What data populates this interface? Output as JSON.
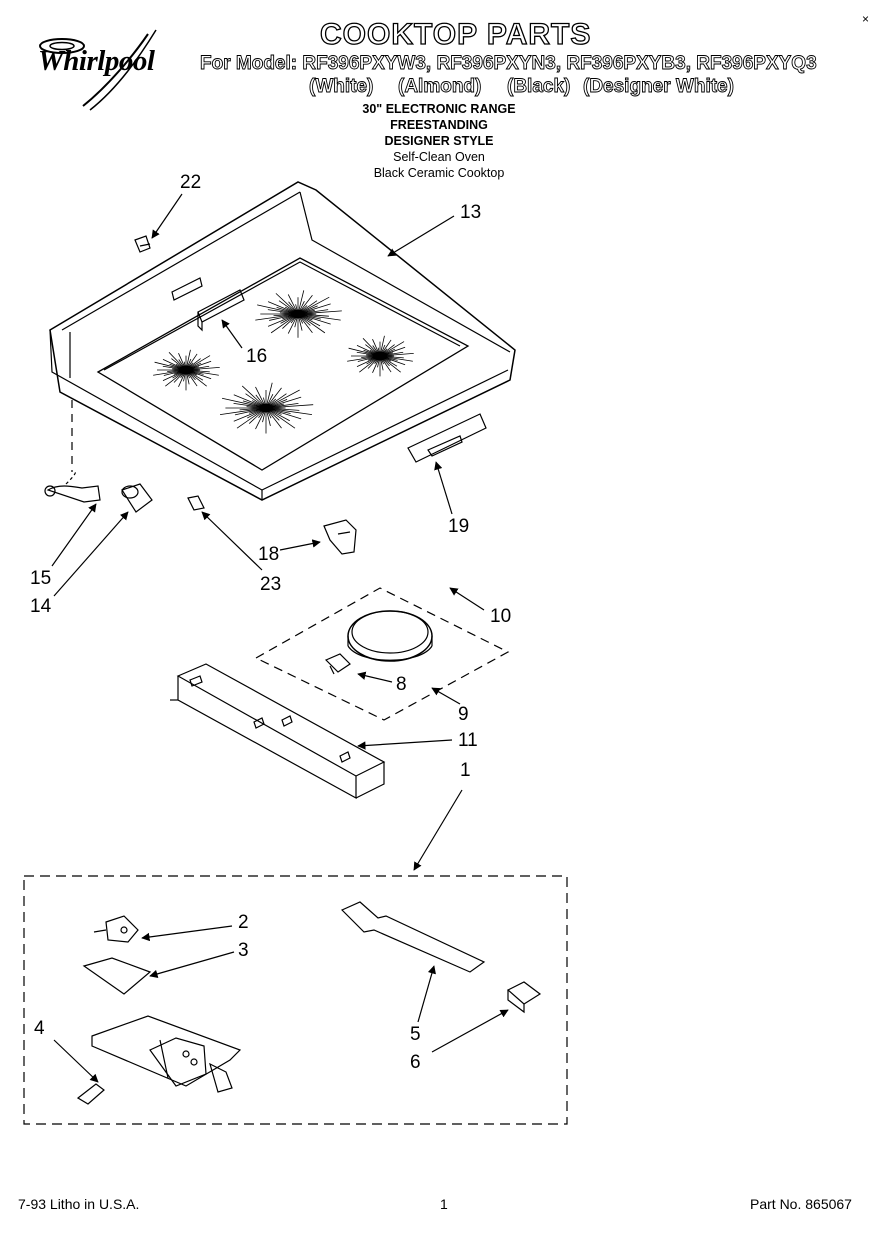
{
  "header": {
    "brand": "Whirlpool",
    "title": "COOKTOP PARTS",
    "model_line": "For Model: RF396PXYW3, RF396PXYN3, RF396PXYB3, RF396PXYQ3",
    "colors": [
      "(White)",
      "(Almond)",
      "(Black)",
      "(Designer White)"
    ],
    "subtitle_lines": [
      "30\" ELECTRONIC RANGE",
      "FREESTANDING",
      "DESIGNER STYLE",
      "Self-Clean Oven",
      "Black Ceramic Cooktop"
    ]
  },
  "callouts": {
    "c1": "1",
    "c2": "2",
    "c3": "3",
    "c4": "4",
    "c5": "5",
    "c6": "6",
    "c8": "8",
    "c9": "9",
    "c10": "10",
    "c11": "11",
    "c13": "13",
    "c14": "14",
    "c15": "15",
    "c16": "16",
    "c18": "18",
    "c19": "19",
    "c22": "22",
    "c23": "23"
  },
  "footer": {
    "litho": "7-93 Litho in U.S.A.",
    "page": "1",
    "part_no": "Part No. 865067"
  },
  "corner_mark": "×"
}
